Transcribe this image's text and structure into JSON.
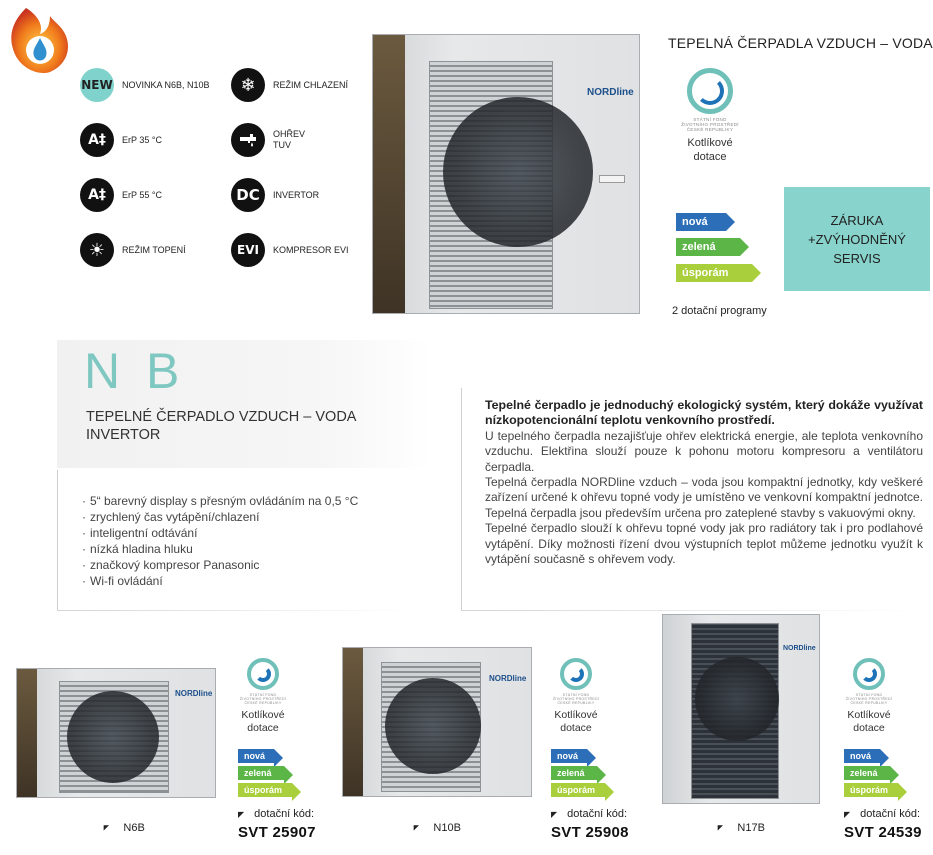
{
  "heading": "TEPELNÁ ČERPADLA VZDUCH – VODA",
  "features": [
    {
      "icon": "new-badge",
      "badge": "NEW",
      "label": "NOVINKA N6B, N10B"
    },
    {
      "icon": "snowflake-icon",
      "badge": "❄",
      "label": "REŽIM CHLAZENÍ"
    },
    {
      "icon": "energy-class-icon",
      "badge": "A‡",
      "label": "ErP 35 °C"
    },
    {
      "icon": "tap-icon",
      "badge": "🚰",
      "label": "OHŘEV TUV"
    },
    {
      "icon": "energy-class-icon",
      "badge": "A‡",
      "label": "ErP 55 °C"
    },
    {
      "icon": "dc-icon",
      "badge": "DC",
      "label": "INVERTOR"
    },
    {
      "icon": "sun-icon",
      "badge": "☀",
      "label": "REŽIM TOPENÍ"
    },
    {
      "icon": "evi-icon",
      "badge": "EVI",
      "label": "KOMPRESOR EVI"
    }
  ],
  "sfzp": {
    "tiny_lines": [
      "STÁTNÍ FOND",
      "ŽIVOTNÍHO PROSTŘEDÍ",
      "ČESKÉ REPUBLIKY"
    ],
    "label_line1": "Kotlíkové",
    "label_line2": "dotace"
  },
  "programs": [
    "nová",
    "zelená",
    "úsporám"
  ],
  "programs_note": "2 dotační programy",
  "warranty": {
    "line1": "ZÁRUKA",
    "line2": "+ZVÝHODNĚNÝ",
    "line3": "SERVIS"
  },
  "brand": "NORDline",
  "nb": {
    "title": "N B",
    "subtitle": "TEPELNÉ ČERPADLO VZDUCH – VODA INVERTOR"
  },
  "bullets": [
    "5“ barevný display s přesným ovládáním na 0,5 °C",
    "zrychlený čas vytápění/chlazení",
    "inteligentní odtávání",
    "nízká hladina hluku",
    "značkový kompresor Panasonic",
    "Wi-fi ovládání"
  ],
  "description": {
    "lead": "Tepelné čerpadlo je jednoduchý ekologický systém, který dokáže využívat nízkopotencionální teplotu venkovního prostředí.",
    "p1": "U tepelného čerpadla nezajišťuje ohřev elektrická energie, ale teplota venkovního vzduchu. Elektřina slouží pouze k pohonu motoru kompresoru a ventilátoru čerpadla.",
    "p2": "Tepelná čerpadla NORDline vzduch – voda jsou kompaktní jednotky, kdy veškeré zařízení určené k ohřevu topné vody je umístěno ve venkovní kompaktní jednotce. Tepelná čerpadla jsou především určena pro zateplené stavby s vakuovými okny.",
    "p3": "Tepelné čerpadlo slouží k ohřevu topné vody jak pro radiátory tak i pro podlahové vytápění. Díky možnosti řízení dvou výstupních teplot můžeme jednotku využít k vytápění současně s ohřevem vody."
  },
  "products": [
    {
      "model": "N6B",
      "code_label": "dotační kód:",
      "code": "SVT 25907"
    },
    {
      "model": "N10B",
      "code_label": "dotační kód:",
      "code": "SVT 25908"
    },
    {
      "model": "N17B",
      "code_label": "dotační kód:",
      "code": "SVT 24539"
    }
  ],
  "colors": {
    "accent": "#7fc8c2",
    "warranty_bg": "#88d3cc",
    "prog_blue": "#2c6fb8",
    "prog_green": "#5cb547",
    "prog_lime": "#a9d03c"
  }
}
